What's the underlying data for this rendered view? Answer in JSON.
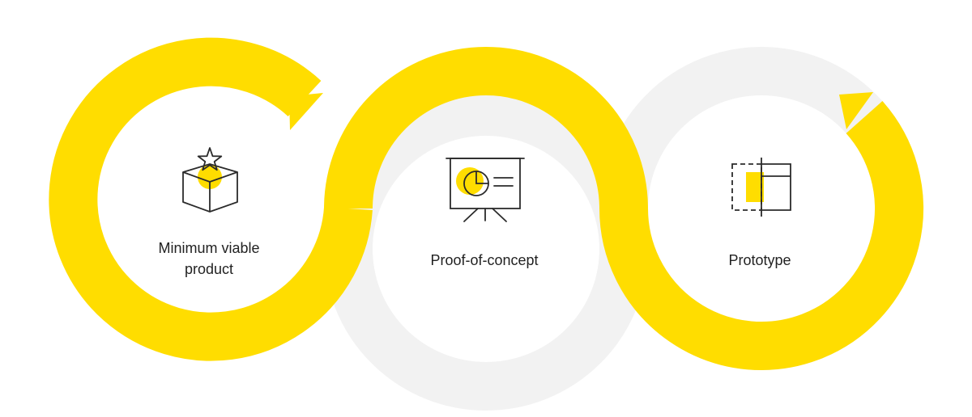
{
  "colors": {
    "accent": "#FFDD00",
    "track": "#F2F2F2",
    "icon_stroke": "#2B2B2B",
    "text": "#222222"
  },
  "stages": [
    {
      "label_line1": "Minimum viable",
      "label_line2": "product",
      "icon": "box-with-star-icon"
    },
    {
      "label": "Proof-of-concept",
      "icon": "presentation-board-pie-chart-icon"
    },
    {
      "label": "Prototype",
      "icon": "wireframe-layout-icon"
    }
  ]
}
